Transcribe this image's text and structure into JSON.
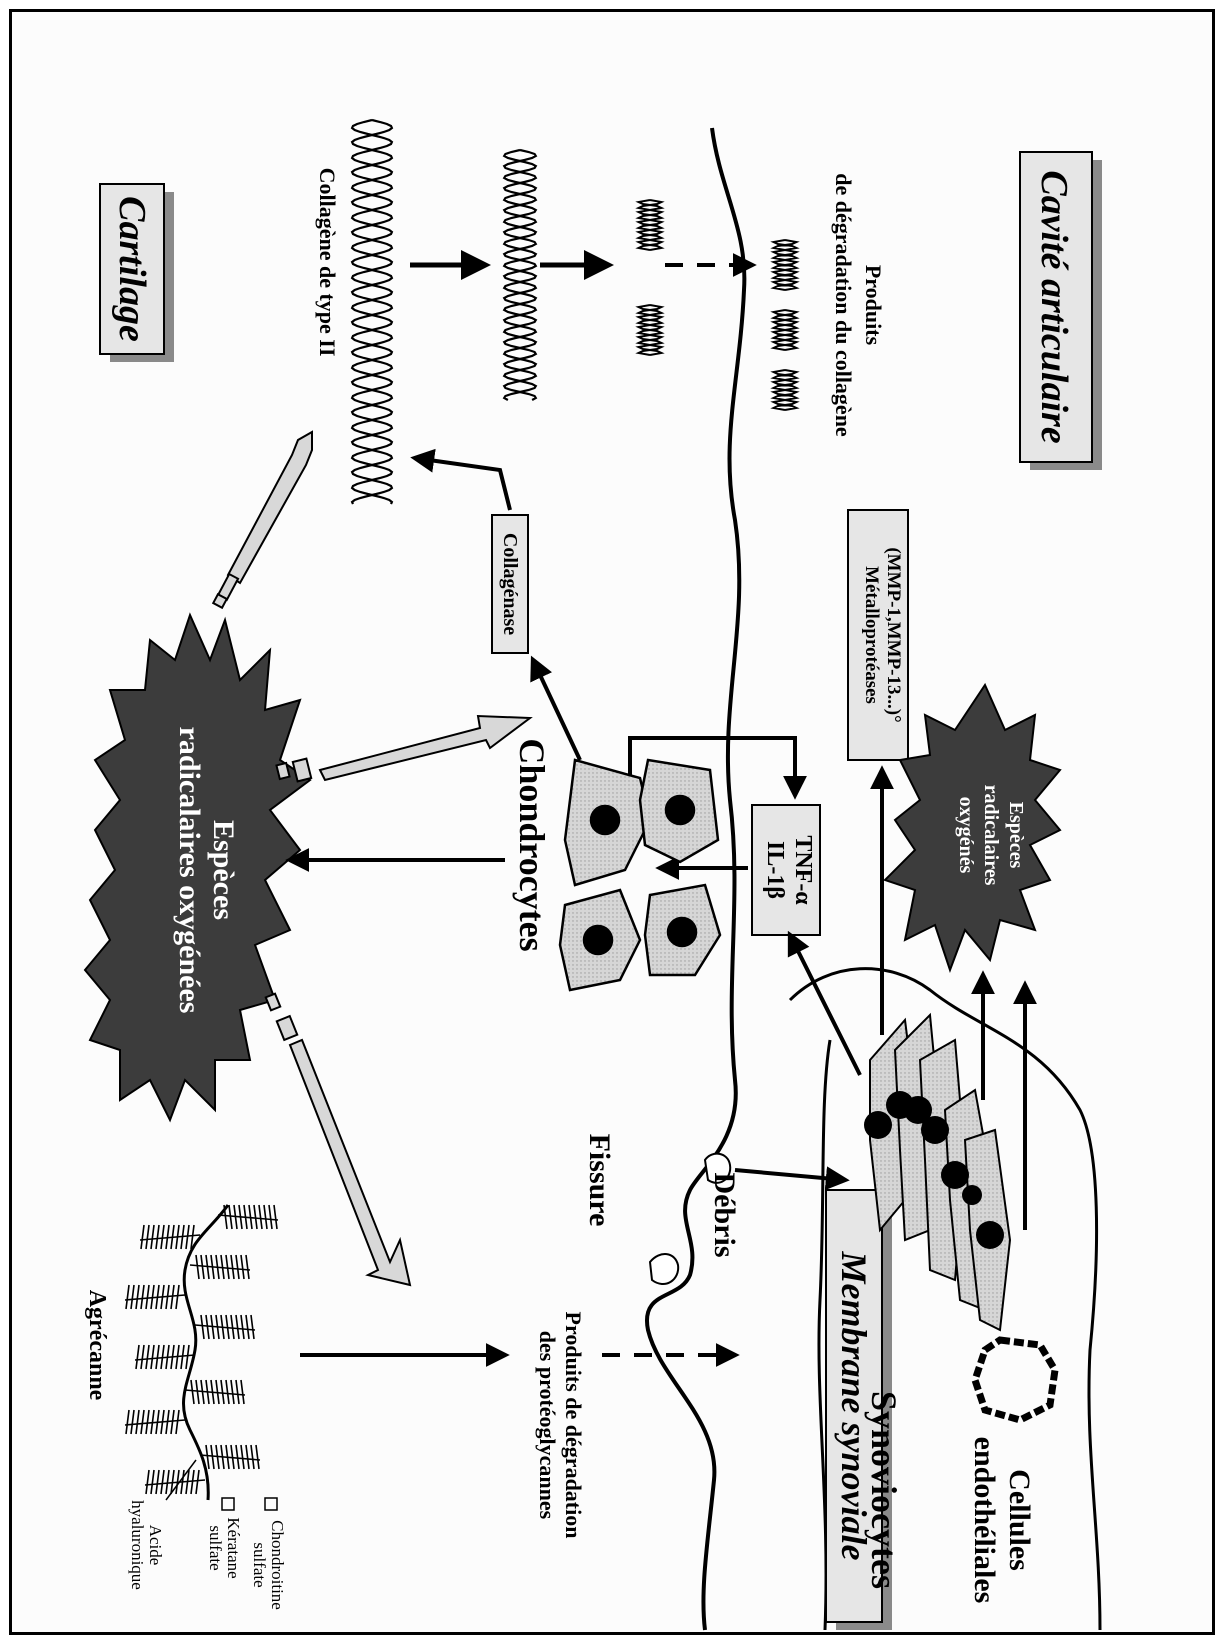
{
  "regions": {
    "cavity": "Cavité articulaire",
    "cartilage": "Cartilage",
    "synovial": "Membrane synoviale"
  },
  "labels": {
    "collagen_products_l1": "Produits",
    "collagen_products_l2": "de dégradation du collagène",
    "collagen_type": "Collagène de type II",
    "mmp_l1": "Métalloprotéases",
    "mmp_l2": "(MMP-1,MMP-13...)°",
    "collagenase": "Collagénase",
    "il1": "IL-1β",
    "tnf": "TNF-α",
    "chondrocytes": "Chondrocytes",
    "ros_small_l1": "Espèces",
    "ros_small_l2": "radicalaires",
    "ros_small_l3": "oxygénés",
    "ros_big_l1": "Espèces",
    "ros_big_l2": "radicalaires oxygénées",
    "synoviocytes": "Synoviocytes",
    "endothelial_l1": "Cellules",
    "endothelial_l2": "endothéliales",
    "debris": "Débris",
    "fissure": "Fissure",
    "pg_products_l1": "Produits de dégradation",
    "pg_products_l2": "des protéoglycannes",
    "aggrecan": "Agrécanne",
    "hyaluronic_l1": "Acide",
    "hyaluronic_l2": "hyaluronique",
    "keratan_l1": "Kératane",
    "keratan_l2": "sulfate",
    "chondroitin_l1": "Chondroitine",
    "chondroitin_l2": "sulfate"
  },
  "colors": {
    "ink": "#000000",
    "light_gray": "#d8d8d8",
    "dark_gray": "#3c3c3c",
    "label_box": "#e6e6e6",
    "shadow": "#8a8a8a"
  }
}
